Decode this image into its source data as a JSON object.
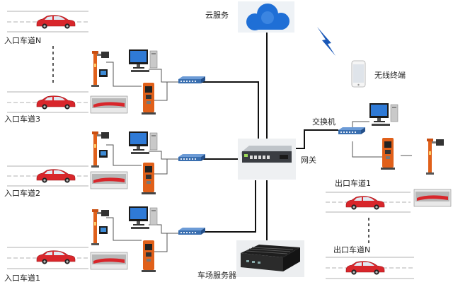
{
  "labels": {
    "cloud": "云服务",
    "wireless_terminal": "无线终端",
    "gateway": "网关",
    "switch": "交换机",
    "parking_server": "车场服务器",
    "entry_lane_n": "入口车道N",
    "entry_lane_3": "入口车道3",
    "entry_lane_2": "入口车道2",
    "entry_lane_1": "入口车道1",
    "exit_lane_1": "出口车道1",
    "exit_lane_n": "出口车道N"
  },
  "icons": [
    "cloud-icon",
    "lightning-icon",
    "phone-icon",
    "gateway-icon",
    "server-icon",
    "switch-icon",
    "computer-icon",
    "car-icon",
    "barrier-icon",
    "camera-pole-icon",
    "kiosk-icon"
  ],
  "colors": {
    "car": "#d8262b",
    "cloud": "#1f6fd6",
    "switch": "#3a6fb0",
    "pole": "#e0601a",
    "link": "#111111"
  }
}
